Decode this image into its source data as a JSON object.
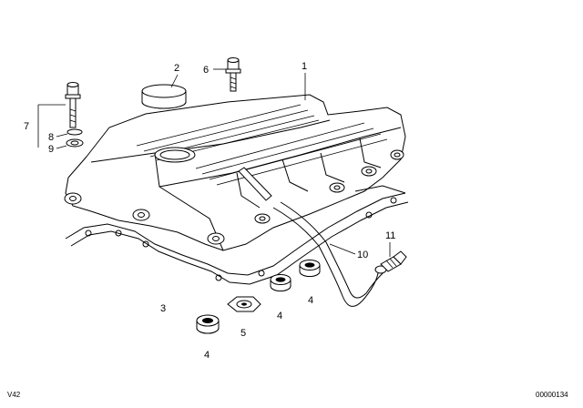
{
  "labels": {
    "n1": "1",
    "n2": "2",
    "n3": "3",
    "n4a": "4",
    "n4b": "4",
    "n4c": "4",
    "n5": "5",
    "n6": "6",
    "n7": "7",
    "n8": "8",
    "n9": "9",
    "n10": "10",
    "n11": "11"
  },
  "corner_codes": {
    "left": "V42",
    "right": "00000134"
  }
}
